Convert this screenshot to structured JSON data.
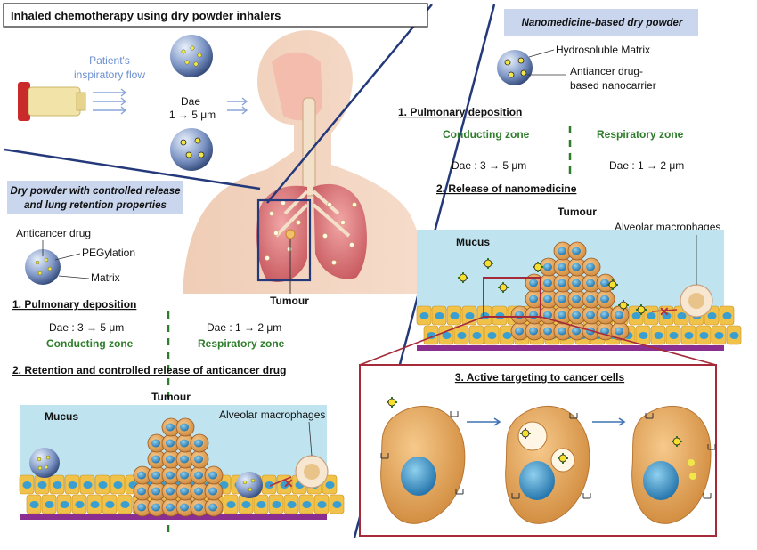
{
  "title": "Inhaled chemotherapy using dry powder inhalers",
  "left_panel": {
    "heading_line1": "Dry powder with controlled release",
    "heading_line2": "and lung retention properties",
    "legend_drug": "Anticancer drug",
    "legend_peg": "PEGylation",
    "legend_matrix": "Matrix",
    "step1": "1. Pulmonary deposition",
    "dae_conducting": "Dae : 3 → 5 μm",
    "dae_respiratory": "Dae : 1 → 2 μm",
    "conducting_zone": "Conducting zone",
    "respiratory_zone": "Respiratory zone",
    "step2": "2. Retention and controlled release of anticancer drug",
    "mucus": "Mucus",
    "tumour": "Tumour",
    "macrophages": "Alveolar macrophages"
  },
  "center": {
    "patient_flow_line1": "Patient's",
    "patient_flow_line2": "inspiratory flow",
    "dae": "Dae",
    "dae_range": "1 → 5 μm",
    "tumour": "Tumour"
  },
  "right_panel": {
    "heading": "Nanomedicine-based dry powder",
    "legend_matrix": "Hydrosoluble Matrix",
    "legend_nano_line1": "Antiancer drug-",
    "legend_nano_line2": "based nanocarrier",
    "step1": "1. Pulmonary deposition",
    "conducting_zone": "Conducting zone",
    "respiratory_zone": "Respiratory zone",
    "dae_conducting": "Dae : 3 → 5 μm",
    "dae_respiratory": "Dae : 1 → 2 μm",
    "step2": "2. Release of nanomedicine",
    "tumour": "Tumour",
    "mucus": "Mucus",
    "macrophages": "Alveolar macrophages",
    "step3": "3. Active targeting to cancer cells"
  },
  "colors": {
    "divider": "#23397a",
    "zone_green": "#2e7d2a",
    "flow_blue": "#6b8fd0",
    "heading_box": "#c9d6ee",
    "targeting_border": "#a52a3a",
    "cell": "#e3a050",
    "nucleus": "#2d8fc4",
    "mucus": "#bfe4ef",
    "epithelium": "#f0c24a"
  }
}
